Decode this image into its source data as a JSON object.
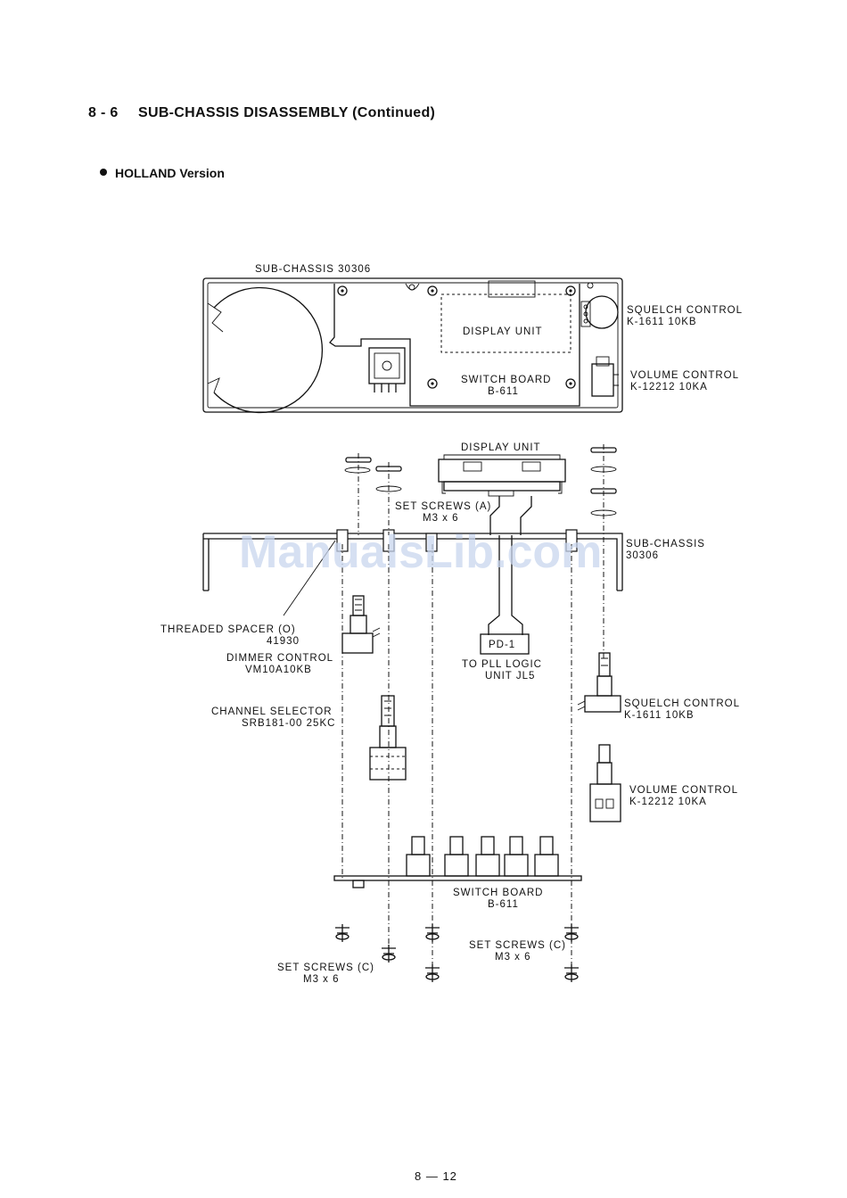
{
  "page": {
    "section_number": "8 - 6",
    "section_title": "SUB-CHASSIS DISASSEMBLY (Continued)",
    "version": "HOLLAND Version",
    "page_number": "8 — 12"
  },
  "labels": {
    "top_subchassis": "SUB-CHASSIS 30306",
    "top_display_unit": "DISPLAY UNIT",
    "top_switch_board_1": "SWITCH BOARD",
    "top_switch_board_2": "B-611",
    "top_squelch_1": "SQUELCH CONTROL",
    "top_squelch_2": "K-1611  10KB",
    "top_volume_1": "VOLUME CONTROL",
    "top_volume_2": "K-12212  10KA",
    "exp_display_unit": "DISPLAY UNIT",
    "set_screws_a_1": "SET SCREWS (A)",
    "set_screws_a_2": "M3 x 6",
    "exp_subchassis_1": "SUB-CHASSIS",
    "exp_subchassis_2": "30306",
    "spacer_1": "THREADED SPACER (O)",
    "spacer_2": "41930",
    "dimmer_1": "DIMMER CONTROL",
    "dimmer_2": "VM10A10KB",
    "pd1": "PD-1",
    "pll_1": "TO PLL LOGIC",
    "pll_2": "UNIT JL5",
    "channel_1": "CHANNEL SELECTOR",
    "channel_2": "SRB181-00  25KC",
    "exp_squelch_1": "SQUELCH CONTROL",
    "exp_squelch_2": "K-1611  10KB",
    "exp_volume_1": "VOLUME CONTROL",
    "exp_volume_2": "K-12212  10KA",
    "exp_switch_board_1": "SWITCH BOARD",
    "exp_switch_board_2": "B-611",
    "set_screws_c_right_1": "SET SCREWS (C)",
    "set_screws_c_right_2": "M3 x 6",
    "set_screws_c_left_1": "SET SCREWS (C)",
    "set_screws_c_left_2": "M3 x 6"
  },
  "watermark": "ManualsLib.com"
}
